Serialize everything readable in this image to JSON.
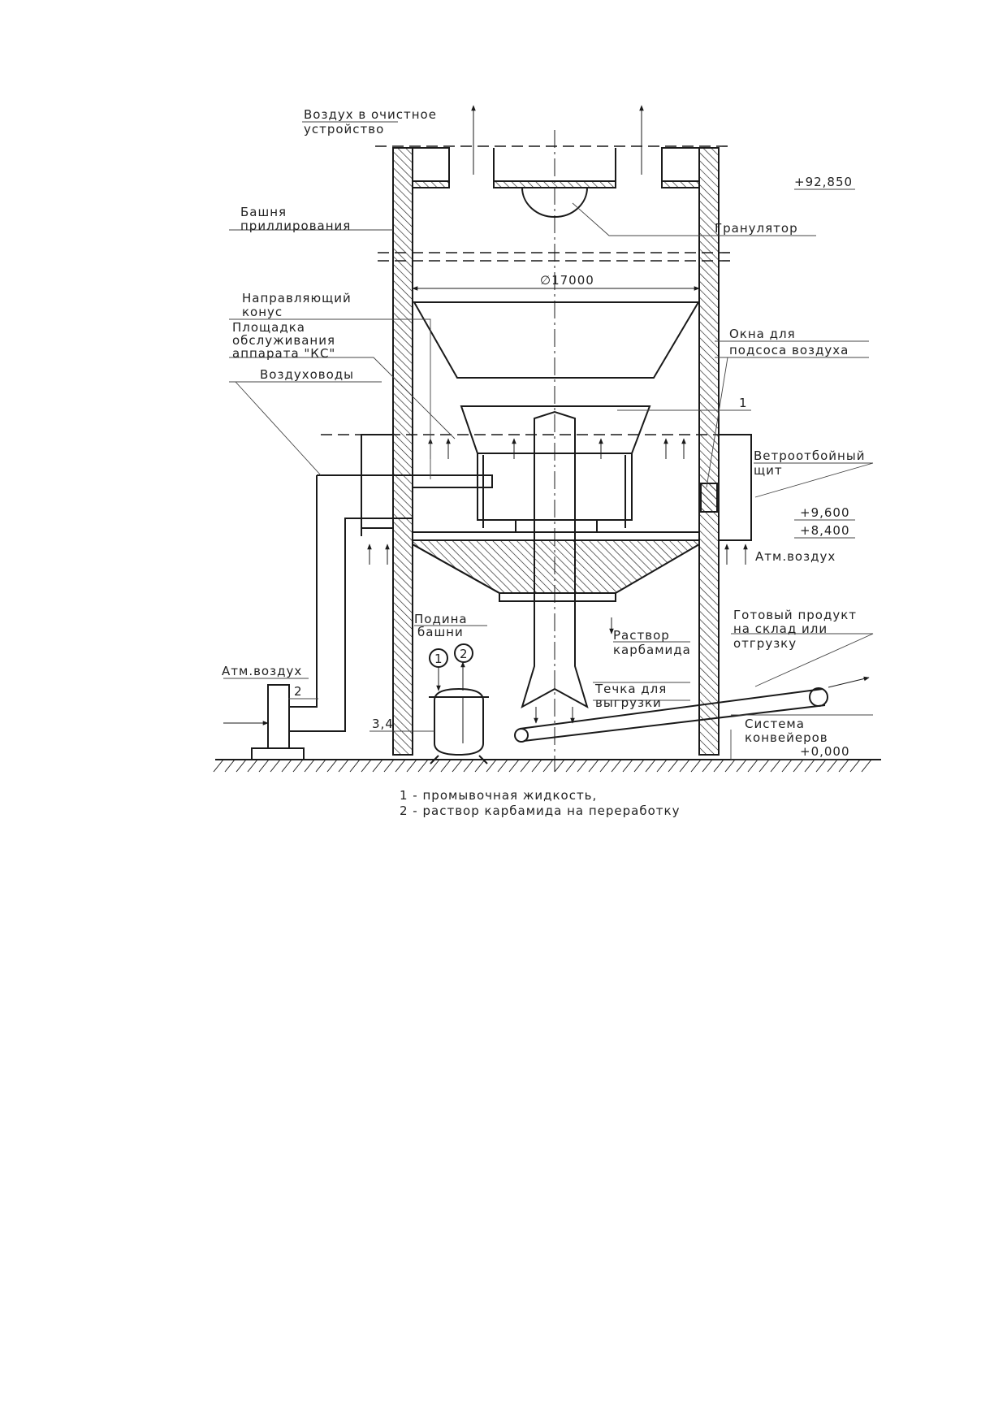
{
  "labels": {
    "air_to_cleaning_1": "Воздух в очистное",
    "air_to_cleaning_2": "устройство",
    "tower_1": "Башня",
    "tower_2": "приллирования",
    "granulator": "Гранулятор",
    "elev_top": "+92,850",
    "diameter": "∅17000",
    "cone_1": "Направляющий",
    "cone_2": "конус",
    "platform_1": "Площадка",
    "platform_2": "обслуживания",
    "platform_3": "аппарата \"КС\"",
    "ducts": "Воздуховоды",
    "windows_1": "Окна для",
    "windows_2": "подсоса воздуха",
    "marker_1": "1",
    "shield_1": "Ветроотбойный",
    "shield_2": "щит",
    "elev_9600": "+9,600",
    "elev_8400": "+8,400",
    "atm_air_right": "Атм.воздух",
    "bottom_1": "Подина",
    "bottom_2": "башни",
    "solution_1": "Раствор",
    "solution_2": "карбамида",
    "product_1": "Готовый продукт",
    "product_2": "на склад или",
    "product_3": "отгрузку",
    "chute_1": "Течка для",
    "chute_2": "выгрузки",
    "atm_air_left": "Атм.воздух",
    "marker_2": "2",
    "item_34": "3,4",
    "circle_1": "1",
    "circle_2": "2",
    "conveyor_1": "Система",
    "conveyor_2": "конвейеров",
    "elev_zero": "+0,000"
  },
  "legend": {
    "line_1": "1 - промывочная жидкость,",
    "line_2": "2 - раствор карбамида на переработку"
  }
}
